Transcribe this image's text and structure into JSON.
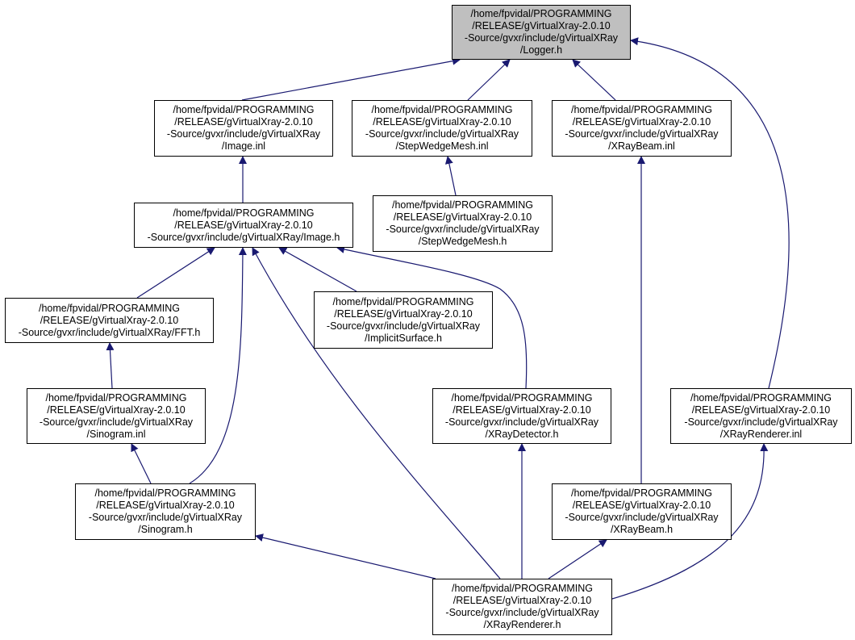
{
  "graph": {
    "edge_color": "#191970",
    "root_fill": "#bfbfbf",
    "nodes": [
      {
        "lines": [
          "/home/fpvidal/PROGRAMMING",
          "/RELEASE/gVirtualXray-2.0.10",
          "-Source/gvxr/include/gVirtualXRay",
          "/Logger.h"
        ]
      },
      {
        "lines": [
          "/home/fpvidal/PROGRAMMING",
          "/RELEASE/gVirtualXray-2.0.10",
          "-Source/gvxr/include/gVirtualXRay",
          "/Image.inl"
        ]
      },
      {
        "lines": [
          "/home/fpvidal/PROGRAMMING",
          "/RELEASE/gVirtualXray-2.0.10",
          "-Source/gvxr/include/gVirtualXRay",
          "/StepWedgeMesh.inl"
        ]
      },
      {
        "lines": [
          "/home/fpvidal/PROGRAMMING",
          "/RELEASE/gVirtualXray-2.0.10",
          "-Source/gvxr/include/gVirtualXRay",
          "/XRayBeam.inl"
        ]
      },
      {
        "lines": [
          "/home/fpvidal/PROGRAMMING",
          "/RELEASE/gVirtualXray-2.0.10",
          "-Source/gvxr/include/gVirtualXRay/Image.h"
        ]
      },
      {
        "lines": [
          "/home/fpvidal/PROGRAMMING",
          "/RELEASE/gVirtualXray-2.0.10",
          "-Source/gvxr/include/gVirtualXRay",
          "/StepWedgeMesh.h"
        ]
      },
      {
        "lines": [
          "/home/fpvidal/PROGRAMMING",
          "/RELEASE/gVirtualXray-2.0.10",
          "-Source/gvxr/include/gVirtualXRay/FFT.h"
        ]
      },
      {
        "lines": [
          "/home/fpvidal/PROGRAMMING",
          "/RELEASE/gVirtualXray-2.0.10",
          "-Source/gvxr/include/gVirtualXRay",
          "/ImplicitSurface.h"
        ]
      },
      {
        "lines": [
          "/home/fpvidal/PROGRAMMING",
          "/RELEASE/gVirtualXray-2.0.10",
          "-Source/gvxr/include/gVirtualXRay",
          "/Sinogram.inl"
        ]
      },
      {
        "lines": [
          "/home/fpvidal/PROGRAMMING",
          "/RELEASE/gVirtualXray-2.0.10",
          "-Source/gvxr/include/gVirtualXRay",
          "/XRayDetector.h"
        ]
      },
      {
        "lines": [
          "/home/fpvidal/PROGRAMMING",
          "/RELEASE/gVirtualXray-2.0.10",
          "-Source/gvxr/include/gVirtualXRay",
          "/XRayRenderer.inl"
        ]
      },
      {
        "lines": [
          "/home/fpvidal/PROGRAMMING",
          "/RELEASE/gVirtualXray-2.0.10",
          "-Source/gvxr/include/gVirtualXRay",
          "/Sinogram.h"
        ]
      },
      {
        "lines": [
          "/home/fpvidal/PROGRAMMING",
          "/RELEASE/gVirtualXray-2.0.10",
          "-Source/gvxr/include/gVirtualXRay",
          "/XRayBeam.h"
        ]
      },
      {
        "lines": [
          "/home/fpvidal/PROGRAMMING",
          "/RELEASE/gVirtualXray-2.0.10",
          "-Source/gvxr/include/gVirtualXRay",
          "/XRayRenderer.h"
        ]
      }
    ]
  }
}
